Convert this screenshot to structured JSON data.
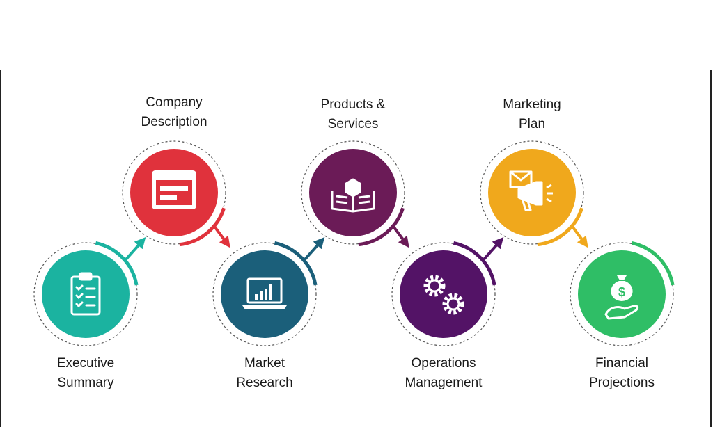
{
  "steps": [
    {
      "line1": "Executive",
      "line2": "Summary",
      "color": "#1bb3a0",
      "icon": "clipboard-checklist-icon"
    },
    {
      "line1": "Company",
      "line2": "Description",
      "color": "#e0323c",
      "icon": "browser-window-icon"
    },
    {
      "line1": "Market",
      "line2": "Research",
      "color": "#1b5f7a",
      "icon": "laptop-chart-icon"
    },
    {
      "line1": "Products &",
      "line2": "Services",
      "color": "#6b1b57",
      "icon": "open-box-book-icon"
    },
    {
      "line1": "Operations",
      "line2": "Management",
      "color": "#531366",
      "icon": "gears-icon"
    },
    {
      "line1": "Marketing",
      "line2": "Plan",
      "color": "#f0a81c",
      "icon": "megaphone-envelope-icon"
    },
    {
      "line1": "Financial",
      "line2": "Projections",
      "color": "#2fbe66",
      "icon": "money-bag-hand-icon"
    }
  ]
}
